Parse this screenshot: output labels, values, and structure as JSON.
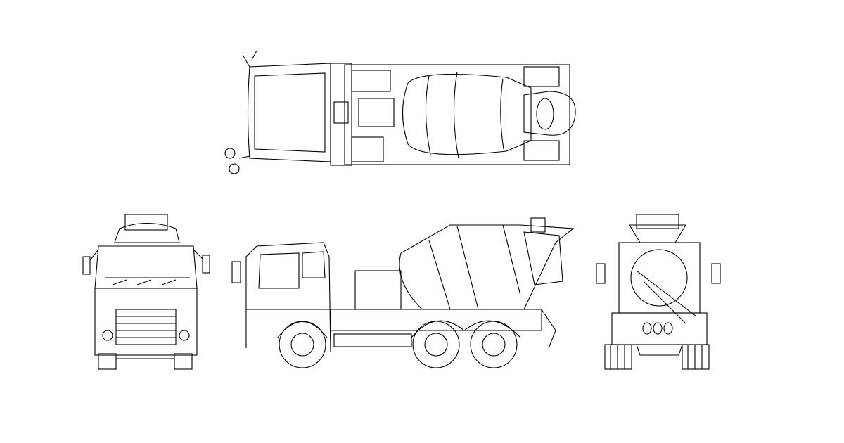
{
  "drawing": {
    "subject": "",
    "colors": {
      "background": "#ffffff",
      "line": "#000000"
    },
    "views": [
      "top",
      "front",
      "side",
      "rear"
    ]
  }
}
